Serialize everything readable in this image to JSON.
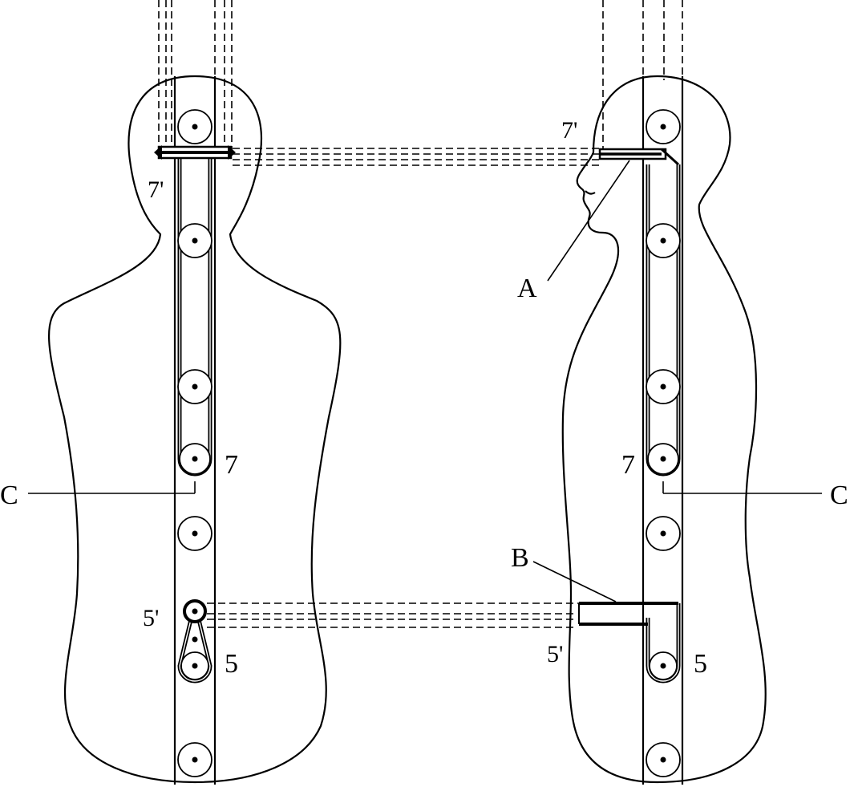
{
  "figure": {
    "labels": {
      "left_7prime": "7'",
      "left_7": "7",
      "left_c": "C",
      "left_5prime": "5'",
      "left_5": "5",
      "right_7prime": "7'",
      "right_a": "A",
      "right_7": "7",
      "right_c": "C",
      "right_b": "B",
      "right_5prime": "5'",
      "right_5": "5"
    }
  }
}
